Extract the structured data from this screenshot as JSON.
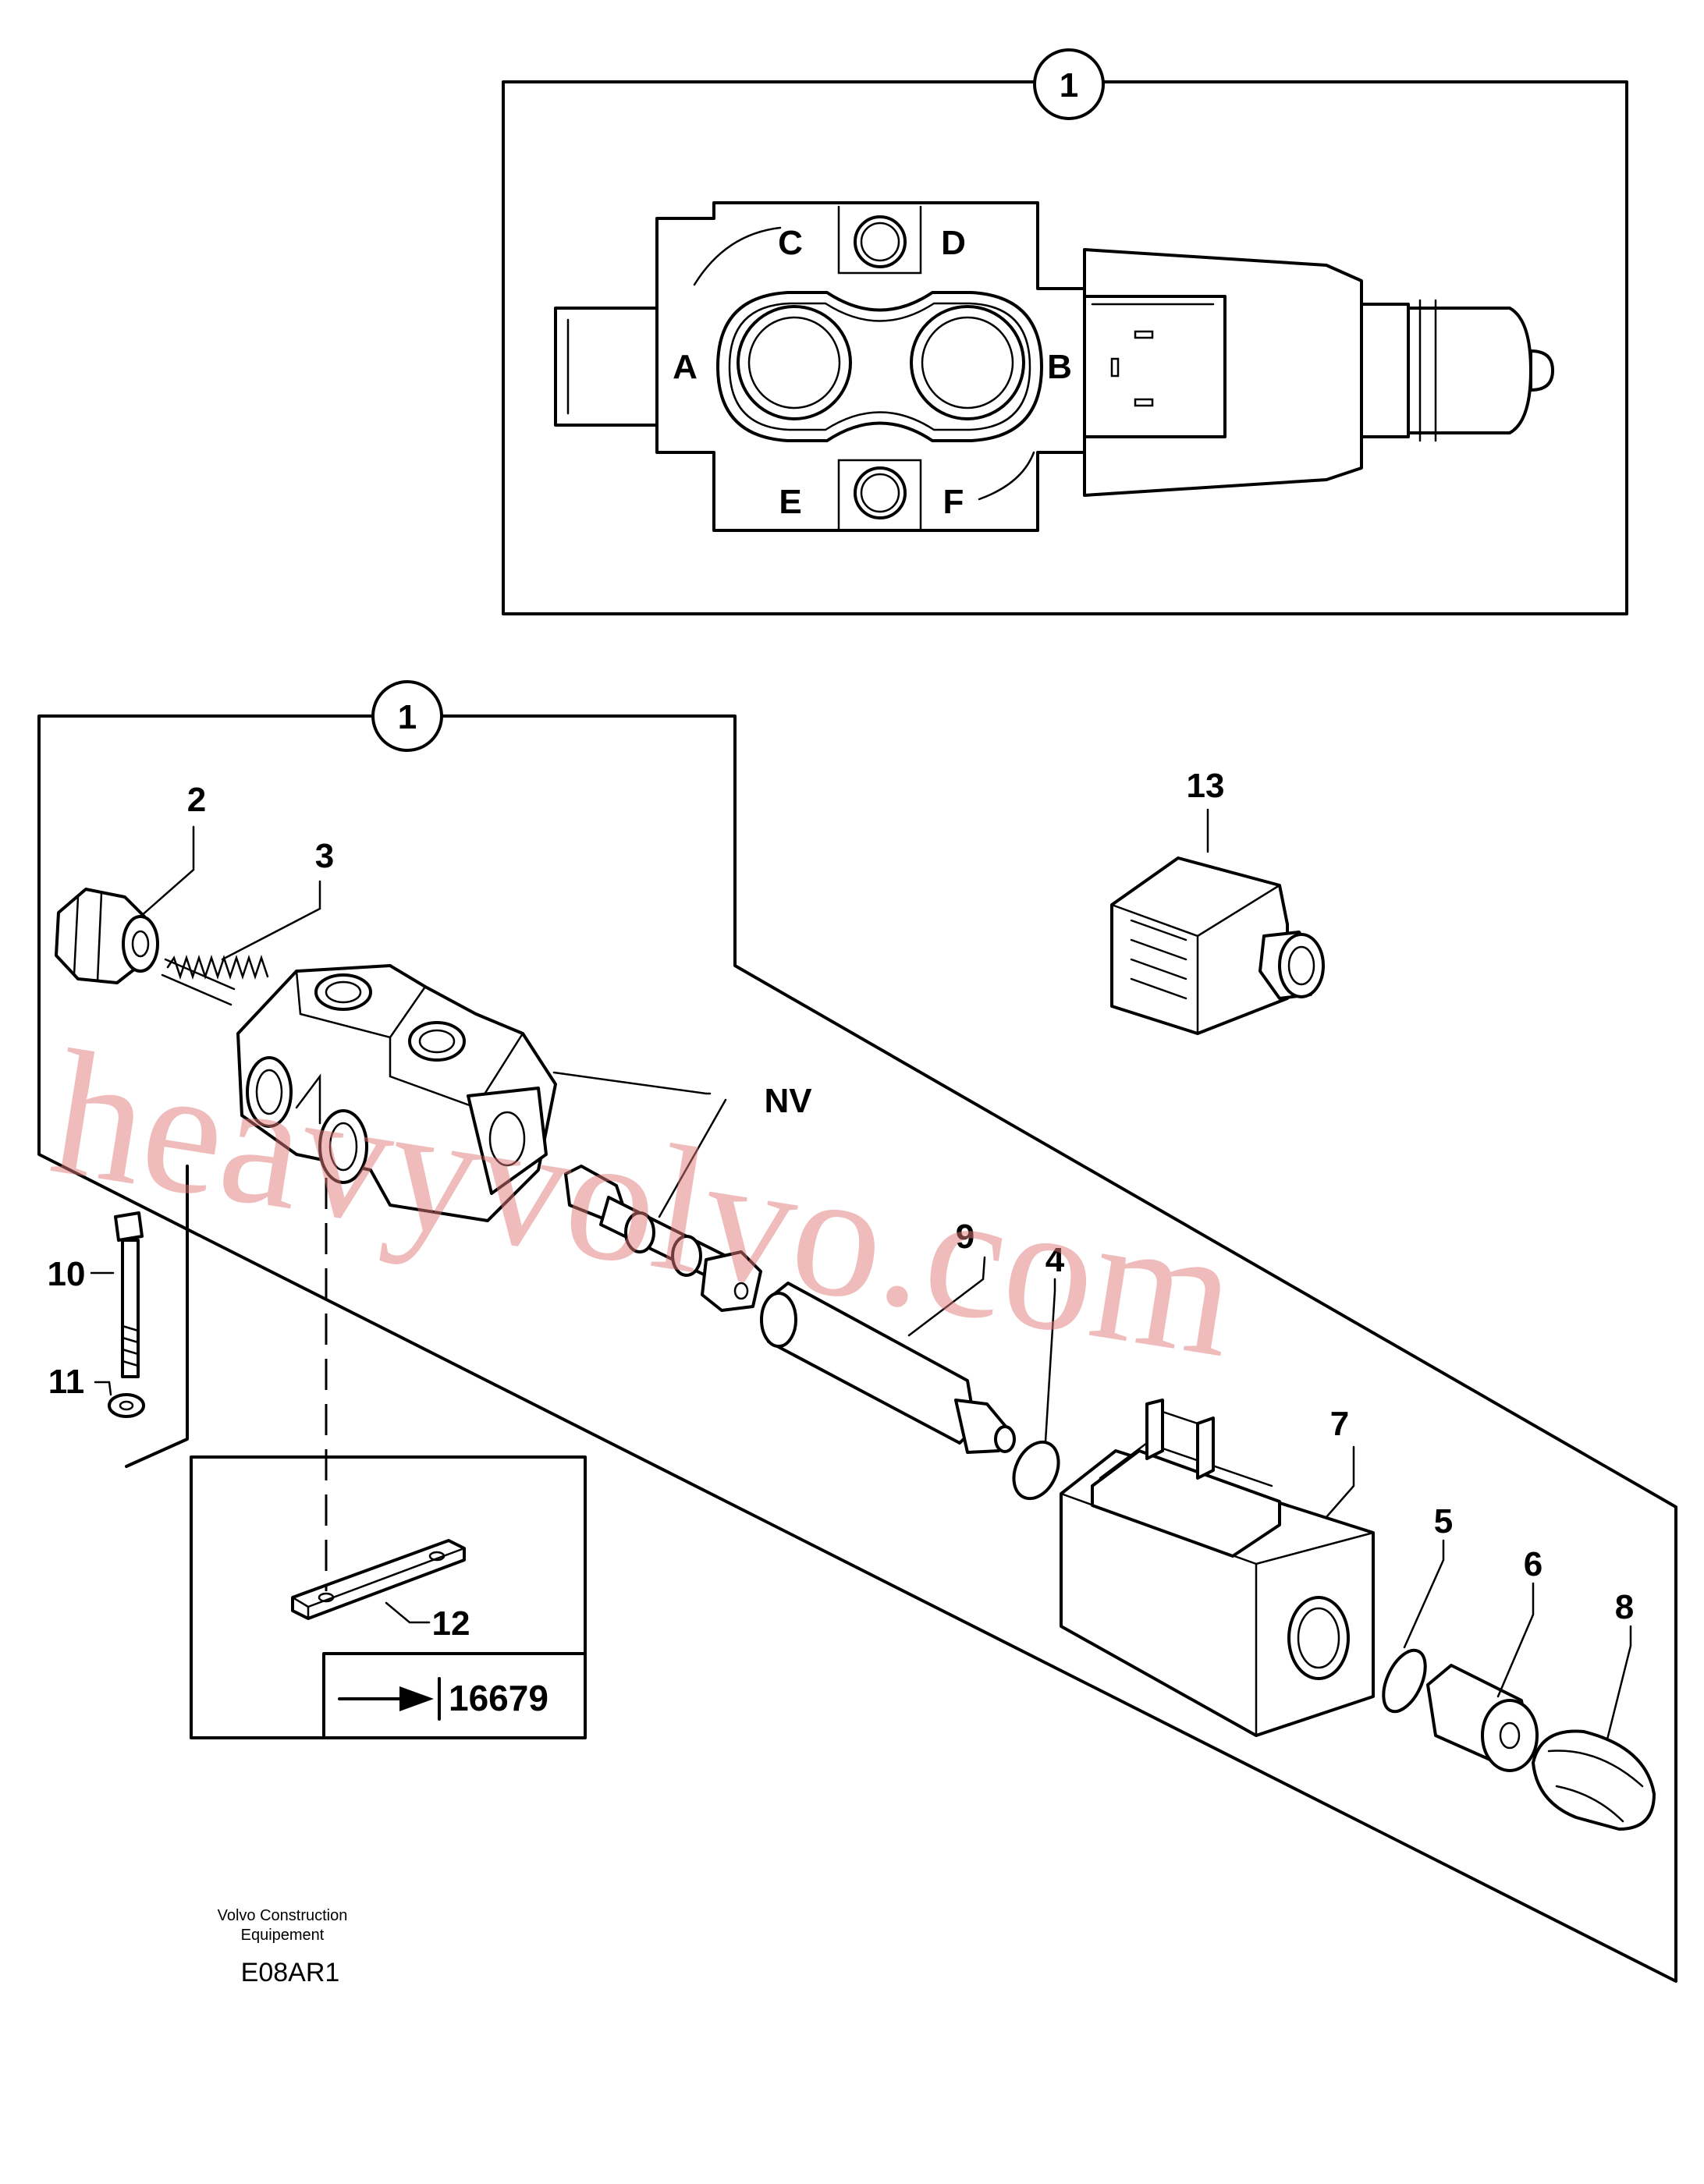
{
  "top_view": {
    "callout": "1",
    "ports": [
      "A",
      "B",
      "C",
      "D",
      "E",
      "F"
    ]
  },
  "exploded_view": {
    "callout": "1",
    "part_numbers": [
      "2",
      "3",
      "4",
      "5",
      "6",
      "7",
      "8",
      "9",
      "10",
      "11",
      "12",
      "13"
    ],
    "nv_label": "NV",
    "reference": "16679"
  },
  "footer": {
    "company_line1": "Volvo Construction",
    "company_line2": "Equipement",
    "drawing_code": "E08AR1"
  },
  "watermark": "heavyvolvo.com",
  "colors": {
    "line": "#000000",
    "watermark": "#e07878",
    "background": "#ffffff"
  }
}
